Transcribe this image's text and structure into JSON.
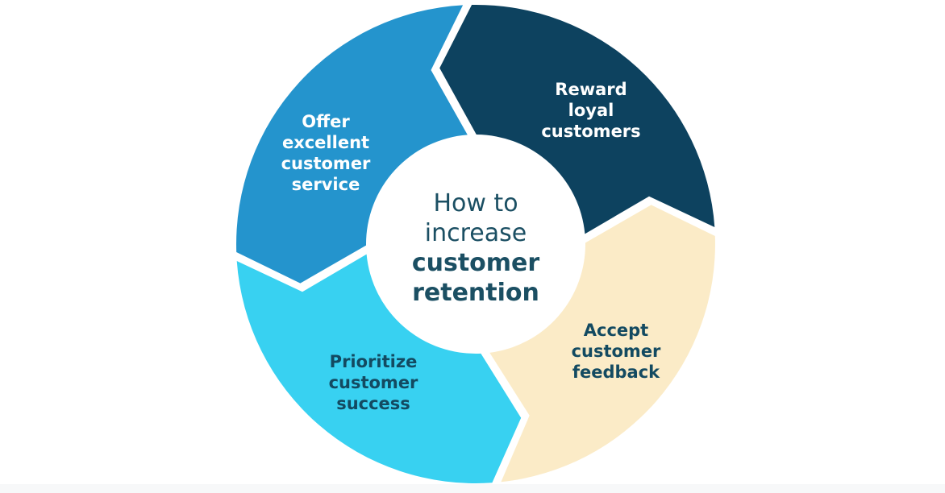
{
  "center": {
    "lines": [
      "How to",
      "increase",
      "customer",
      "retention"
    ],
    "text_color": "#1b4f63"
  },
  "segments": [
    {
      "id": "offer-excellent-customer-service",
      "lines": [
        "Offer",
        "excellent",
        "customer",
        "service"
      ],
      "color": "#2494cd",
      "text_color": "#ffffff"
    },
    {
      "id": "reward-loyal-customers",
      "lines": [
        "Reward",
        "loyal",
        "customers"
      ],
      "color": "#0d425f",
      "text_color": "#ffffff"
    },
    {
      "id": "accept-customer-feedback",
      "lines": [
        "Accept",
        "customer",
        "feedback"
      ],
      "color": "#fbebc7",
      "text_color": "#134a61"
    },
    {
      "id": "prioritize-customer-success",
      "lines": [
        "Prioritize",
        "customer",
        "success"
      ],
      "color": "#38d1f1",
      "text_color": "#134a61"
    }
  ],
  "colors": {
    "background": "#ffffff",
    "segment_gap": "#ffffff",
    "bottom_strip": "#f7f8f9"
  }
}
